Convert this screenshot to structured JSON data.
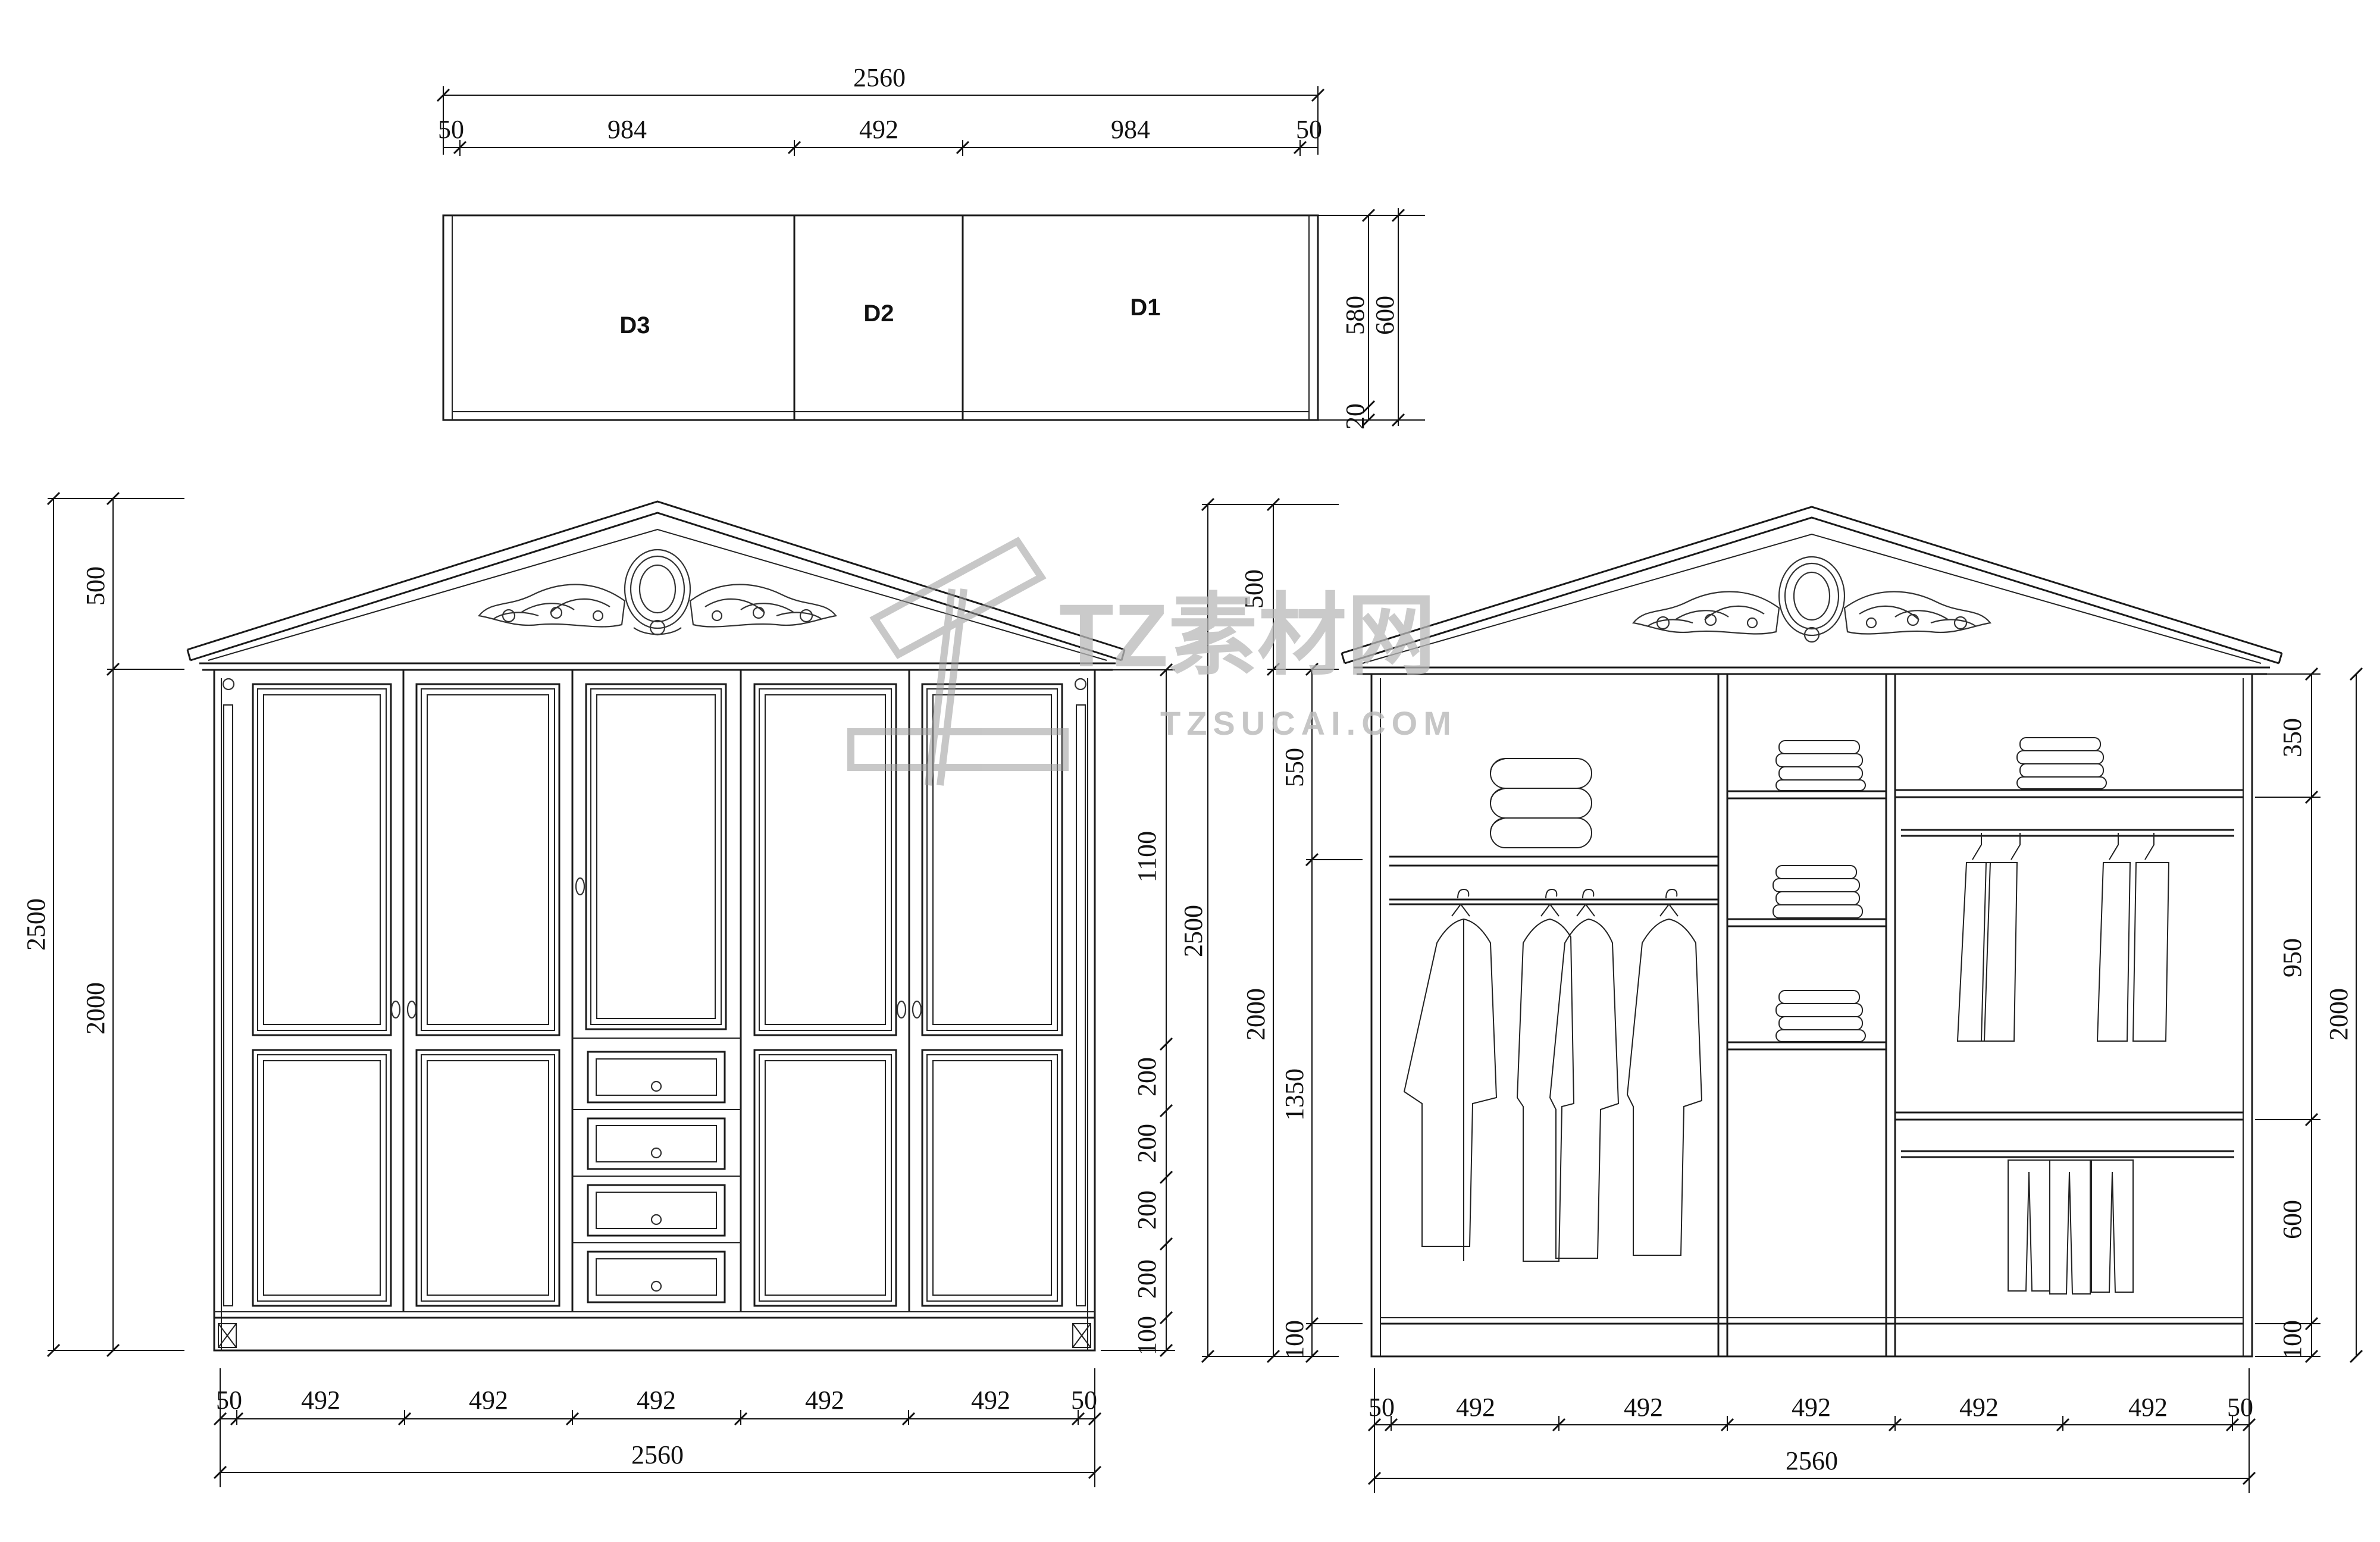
{
  "plan": {
    "total_width": "2560",
    "segments": [
      "50",
      "984",
      "492",
      "984",
      "50"
    ],
    "depth_inner": "580",
    "depth_total": "600",
    "depth_edge": "20",
    "sections": [
      "D3",
      "D2",
      "D1"
    ]
  },
  "front_elevation": {
    "height_total": "2500",
    "roof_height": "500",
    "body_height": "2000",
    "right_dims": [
      "1100",
      "200",
      "200",
      "200",
      "200",
      "100"
    ],
    "bottom_segments": [
      "50",
      "492",
      "492",
      "492",
      "492",
      "492",
      "50"
    ],
    "total_width": "2560"
  },
  "interior_elevation": {
    "left_dims": {
      "roof": "500",
      "total": "2500",
      "body": "2000",
      "upper_shelf": "550",
      "hanging": "1350",
      "plinth": "100"
    },
    "right_dims": [
      "350",
      "950",
      "600",
      "100"
    ],
    "right_total": "2000",
    "bottom_segments": [
      "50",
      "492",
      "492",
      "492",
      "492",
      "492",
      "50"
    ],
    "total_width": "2560"
  },
  "watermark": {
    "brand": "TZ素材网",
    "url": "TZSUCAI.COM"
  }
}
